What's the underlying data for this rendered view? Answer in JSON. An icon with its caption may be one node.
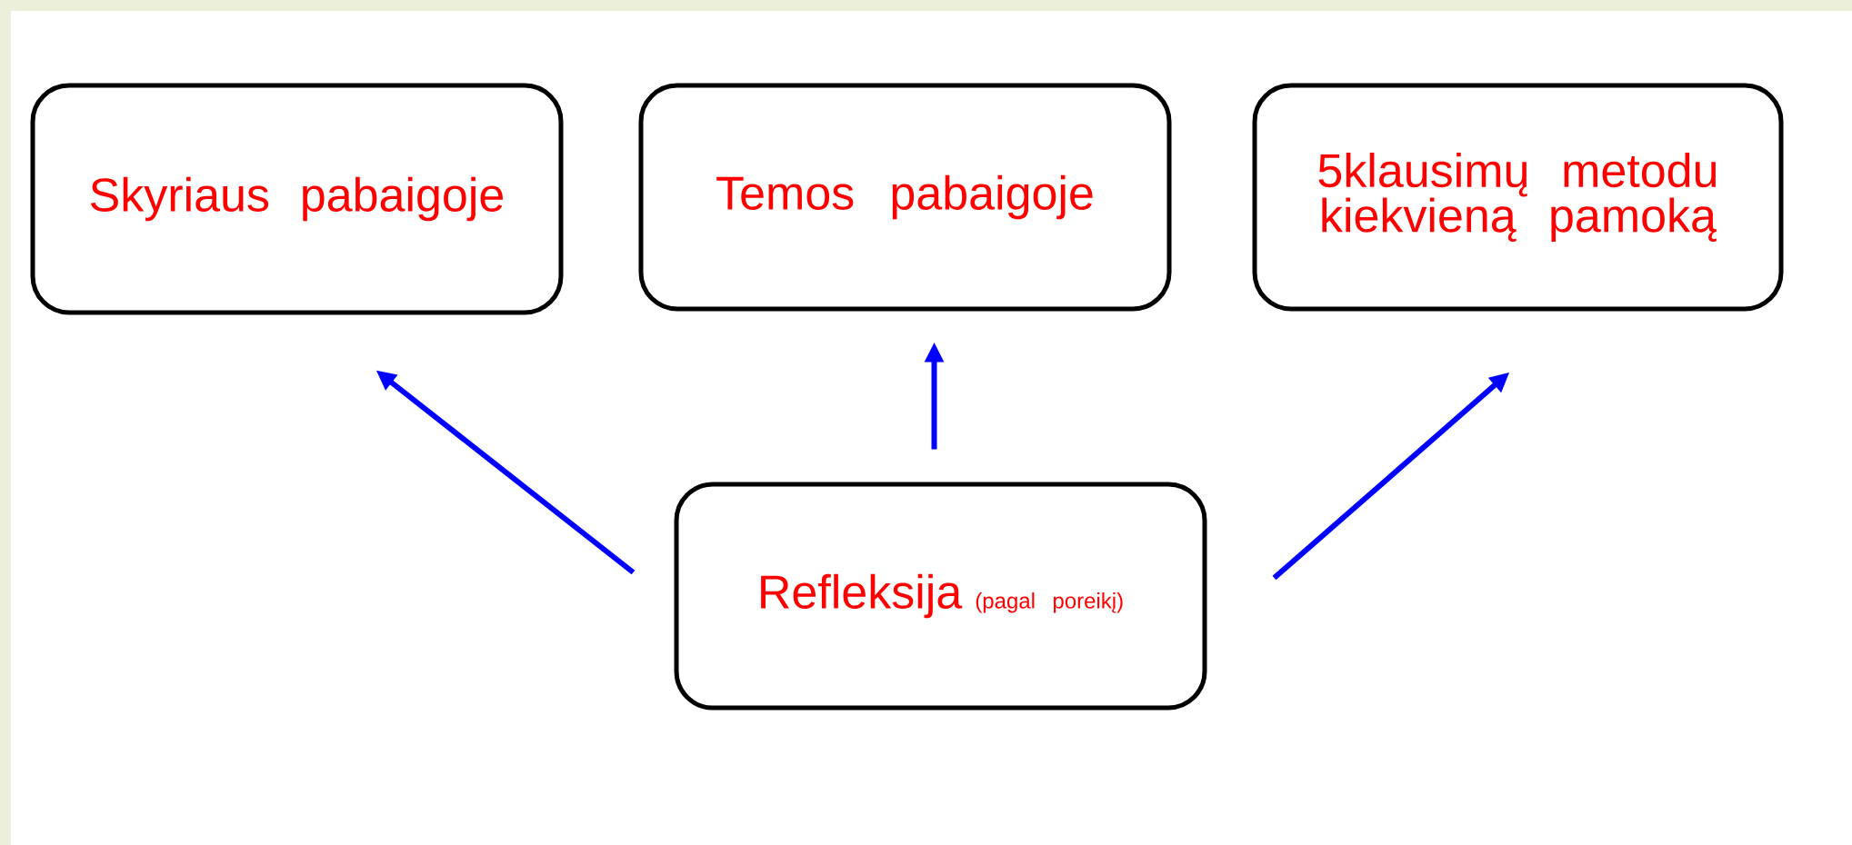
{
  "diagram": {
    "nodes": [
      {
        "text": [
          "Skyriaus pabaigoje"
        ]
      },
      {
        "text": [
          "Temos pabaigoje"
        ]
      },
      {
        "text": [
          "5klausimų metodu kiekvieną pamoką"
        ]
      },
      {
        "text": [
          "Refleksija",
          "(pagal poreikį)"
        ]
      }
    ],
    "edges": [
      {
        "from": 3,
        "to": 0,
        "arrow": "to"
      },
      {
        "from": 3,
        "to": 1,
        "arrow": "to"
      },
      {
        "from": 3,
        "to": 2,
        "arrow": "to"
      }
    ]
  }
}
